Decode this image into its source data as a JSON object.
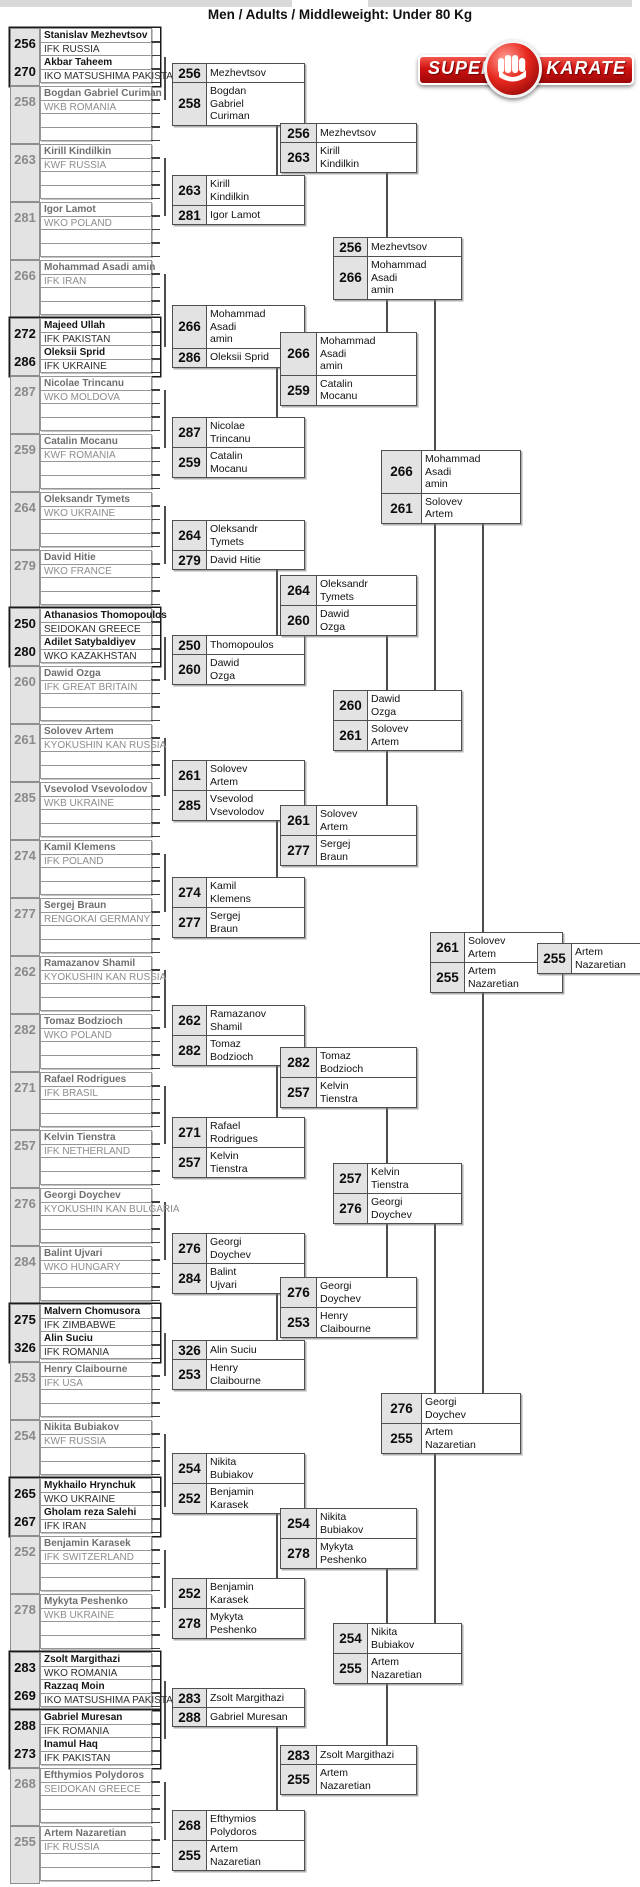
{
  "header": {
    "title": "Men / Adults / Middleweight: Under 80 Kg"
  },
  "logo": {
    "word_left": "SUPER",
    "word_right": "KARATE",
    "icon": "fist-icon",
    "banner_red": "#d01212",
    "text_color": "#ffffff"
  },
  "chart_data": {
    "type": "table",
    "title": "Men / Adults / Middleweight: Under 80 Kg",
    "description": "Single-elimination tournament bracket",
    "champion": {
      "num": "255",
      "name": "Artem\nNazaretian"
    },
    "round1_blocks": [
      {
        "type": "pair",
        "entries": [
          {
            "num": "256",
            "name": "Stanislav Mezhevtsov",
            "fed": "IFK RUSSIA"
          },
          {
            "num": "270",
            "name": "Akbar Taheem",
            "fed": "IKO MATSUSHIMA PAKISTAN"
          }
        ]
      },
      {
        "type": "single",
        "entries": [
          {
            "num": "258",
            "name": "Bogdan Gabriel Curiman",
            "fed": "WKB ROMANIA"
          }
        ]
      },
      {
        "type": "single",
        "entries": [
          {
            "num": "263",
            "name": "Kirill Kindilkin",
            "fed": "KWF RUSSIA"
          }
        ]
      },
      {
        "type": "single",
        "entries": [
          {
            "num": "281",
            "name": "Igor Lamot",
            "fed": "WKO POLAND"
          }
        ]
      },
      {
        "type": "single",
        "entries": [
          {
            "num": "266",
            "name": "Mohammad Asadi amin",
            "fed": "IFK IRAN"
          }
        ]
      },
      {
        "type": "pair",
        "entries": [
          {
            "num": "272",
            "name": "Majeed Ullah",
            "fed": "IFK PAKISTAN"
          },
          {
            "num": "286",
            "name": "Oleksii Sprid",
            "fed": "IFK UKRAINE"
          }
        ]
      },
      {
        "type": "single",
        "entries": [
          {
            "num": "287",
            "name": "Nicolae Trincanu",
            "fed": "WKO MOLDOVA"
          }
        ]
      },
      {
        "type": "single",
        "entries": [
          {
            "num": "259",
            "name": "Catalin Mocanu",
            "fed": "KWF ROMANIA"
          }
        ]
      },
      {
        "type": "single",
        "entries": [
          {
            "num": "264",
            "name": "Oleksandr Tymets",
            "fed": "WKO UKRAINE"
          }
        ]
      },
      {
        "type": "single",
        "entries": [
          {
            "num": "279",
            "name": "David Hitie",
            "fed": "WKO FRANCE"
          }
        ]
      },
      {
        "type": "pair",
        "entries": [
          {
            "num": "250",
            "name": "Athanasios Thomopoulos",
            "fed": "SEIDOKAN GREECE"
          },
          {
            "num": "280",
            "name": "Adilet Satybaldiyev",
            "fed": "WKO KAZAKHSTAN"
          }
        ]
      },
      {
        "type": "single",
        "entries": [
          {
            "num": "260",
            "name": "Dawid Ozga",
            "fed": "IFK GREAT BRITAIN"
          }
        ]
      },
      {
        "type": "single",
        "entries": [
          {
            "num": "261",
            "name": "Solovev Artem",
            "fed": "KYOKUSHIN KAN RUSSIA"
          }
        ]
      },
      {
        "type": "single",
        "entries": [
          {
            "num": "285",
            "name": "Vsevolod Vsevolodov",
            "fed": "WKB UKRAINE"
          }
        ]
      },
      {
        "type": "single",
        "entries": [
          {
            "num": "274",
            "name": "Kamil Klemens",
            "fed": "IFK POLAND"
          }
        ]
      },
      {
        "type": "single",
        "entries": [
          {
            "num": "277",
            "name": "Sergej Braun",
            "fed": "RENGOKAI GERMANY"
          }
        ]
      },
      {
        "type": "single",
        "entries": [
          {
            "num": "262",
            "name": "Ramazanov Shamil",
            "fed": "KYOKUSHIN KAN RUSSIA"
          }
        ]
      },
      {
        "type": "single",
        "entries": [
          {
            "num": "282",
            "name": "Tomaz Bodzioch",
            "fed": "WKO POLAND"
          }
        ]
      },
      {
        "type": "single",
        "entries": [
          {
            "num": "271",
            "name": "Rafael Rodrigues",
            "fed": "IFK BRASIL"
          }
        ]
      },
      {
        "type": "single",
        "entries": [
          {
            "num": "257",
            "name": "Kelvin Tienstra",
            "fed": "IFK NETHERLAND"
          }
        ]
      },
      {
        "type": "single",
        "entries": [
          {
            "num": "276",
            "name": "Georgi Doychev",
            "fed": "KYOKUSHIN KAN BULGARIA"
          }
        ]
      },
      {
        "type": "single",
        "entries": [
          {
            "num": "284",
            "name": "Balint Ujvari",
            "fed": "WKO HUNGARY"
          }
        ]
      },
      {
        "type": "pair",
        "entries": [
          {
            "num": "275",
            "name": "Malvern Chomusora",
            "fed": "IFK ZIMBABWE"
          },
          {
            "num": "326",
            "name": "Alin Suciu",
            "fed": "IFK ROMANIA"
          }
        ]
      },
      {
        "type": "single",
        "entries": [
          {
            "num": "253",
            "name": "Henry Claibourne",
            "fed": "IFK USA"
          }
        ]
      },
      {
        "type": "single",
        "entries": [
          {
            "num": "254",
            "name": "Nikita Bubiakov",
            "fed": "KWF RUSSIA"
          }
        ]
      },
      {
        "type": "pair",
        "entries": [
          {
            "num": "265",
            "name": "Mykhailo Hrynchuk",
            "fed": "WKO UKRAINE"
          },
          {
            "num": "267",
            "name": "Gholam reza Salehi",
            "fed": "IFK IRAN"
          }
        ]
      },
      {
        "type": "single",
        "entries": [
          {
            "num": "252",
            "name": "Benjamin Karasek",
            "fed": "IFK SWITZERLAND"
          }
        ]
      },
      {
        "type": "single",
        "entries": [
          {
            "num": "278",
            "name": "Mykyta Peshenko",
            "fed": "WKB UKRAINE"
          }
        ]
      },
      {
        "type": "pair",
        "entries": [
          {
            "num": "283",
            "name": "Zsolt Margithazi",
            "fed": "WKO ROMANIA"
          },
          {
            "num": "269",
            "name": "Razzaq Moin",
            "fed": "IKO MATSUSHIMA PAKISTAN"
          }
        ]
      },
      {
        "type": "pair",
        "entries": [
          {
            "num": "288",
            "name": "Gabriel Muresan",
            "fed": "IFK ROMANIA"
          },
          {
            "num": "273",
            "name": "Inamul Haq",
            "fed": "IFK PAKISTAN"
          }
        ]
      },
      {
        "type": "single",
        "entries": [
          {
            "num": "268",
            "name": "Efthymios Polydoros",
            "fed": "SEIDOKAN GREECE"
          }
        ]
      },
      {
        "type": "single",
        "entries": [
          {
            "num": "255",
            "name": "Artem Nazaretian",
            "fed": "IFK RUSSIA"
          }
        ]
      }
    ],
    "round2": [
      {
        "top": {
          "num": "256",
          "name": "Mezhevtsov"
        },
        "bottom": {
          "num": "258",
          "name": "Bogdan\nGabriel\nCuriman"
        }
      },
      {
        "top": {
          "num": "263",
          "name": "Kirill\nKindilkin"
        },
        "bottom": {
          "num": "281",
          "name": "Igor Lamot"
        }
      },
      {
        "top": {
          "num": "266",
          "name": "Mohammad\nAsadi\namin"
        },
        "bottom": {
          "num": "286",
          "name": "Oleksii Sprid"
        }
      },
      {
        "top": {
          "num": "287",
          "name": "Nicolae\nTrincanu"
        },
        "bottom": {
          "num": "259",
          "name": "Catalin\nMocanu"
        }
      },
      {
        "top": {
          "num": "264",
          "name": "Oleksandr\nTymets"
        },
        "bottom": {
          "num": "279",
          "name": "David Hitie"
        }
      },
      {
        "top": {
          "num": "250",
          "name": "Thomopoulos"
        },
        "bottom": {
          "num": "260",
          "name": "Dawid\nOzga"
        }
      },
      {
        "top": {
          "num": "261",
          "name": "Solovev\nArtem"
        },
        "bottom": {
          "num": "285",
          "name": "Vsevolod\nVsevolodov"
        }
      },
      {
        "top": {
          "num": "274",
          "name": "Kamil\nKlemens"
        },
        "bottom": {
          "num": "277",
          "name": "Sergej\nBraun"
        }
      },
      {
        "top": {
          "num": "262",
          "name": "Ramazanov\nShamil"
        },
        "bottom": {
          "num": "282",
          "name": "Tomaz\nBodzioch"
        }
      },
      {
        "top": {
          "num": "271",
          "name": "Rafael\nRodrigues"
        },
        "bottom": {
          "num": "257",
          "name": "Kelvin\nTienstra"
        }
      },
      {
        "top": {
          "num": "276",
          "name": "Georgi\nDoychev"
        },
        "bottom": {
          "num": "284",
          "name": "Balint\nUjvari"
        }
      },
      {
        "top": {
          "num": "326",
          "name": "Alin Suciu"
        },
        "bottom": {
          "num": "253",
          "name": "Henry\nClaibourne"
        }
      },
      {
        "top": {
          "num": "254",
          "name": "Nikita\nBubiakov"
        },
        "bottom": {
          "num": "252",
          "name": "Benjamin\nKarasek"
        }
      },
      {
        "top": {
          "num": "252",
          "name": "Benjamin\nKarasek"
        },
        "bottom": {
          "num": "278",
          "name": "Mykyta\nPeshenko"
        }
      },
      {
        "top": {
          "num": "283",
          "name": "Zsolt Margithazi"
        },
        "bottom": {
          "num": "288",
          "name": "Gabriel Muresan"
        }
      },
      {
        "top": {
          "num": "268",
          "name": "Efthymios\nPolydoros"
        },
        "bottom": {
          "num": "255",
          "name": "Artem\nNazaretian"
        }
      }
    ],
    "round3": [
      {
        "top": {
          "num": "256",
          "name": "Mezhevtsov"
        },
        "bottom": {
          "num": "263",
          "name": "Kirill\nKindilkin"
        }
      },
      {
        "top": {
          "num": "266",
          "name": "Mohammad\nAsadi\namin"
        },
        "bottom": {
          "num": "259",
          "name": "Catalin\nMocanu"
        }
      },
      {
        "top": {
          "num": "264",
          "name": "Oleksandr\nTymets"
        },
        "bottom": {
          "num": "260",
          "name": "Dawid\nOzga"
        }
      },
      {
        "top": {
          "num": "261",
          "name": "Solovev\nArtem"
        },
        "bottom": {
          "num": "277",
          "name": "Sergej\nBraun"
        }
      },
      {
        "top": {
          "num": "282",
          "name": "Tomaz\nBodzioch"
        },
        "bottom": {
          "num": "257",
          "name": "Kelvin\nTienstra"
        }
      },
      {
        "top": {
          "num": "276",
          "name": "Georgi\nDoychev"
        },
        "bottom": {
          "num": "253",
          "name": "Henry\nClaibourne"
        }
      },
      {
        "top": {
          "num": "254",
          "name": "Nikita\nBubiakov"
        },
        "bottom": {
          "num": "278",
          "name": "Mykyta\nPeshenko"
        }
      },
      {
        "top": {
          "num": "283",
          "name": "Zsolt Margithazi"
        },
        "bottom": {
          "num": "255",
          "name": "Artem\nNazaretian"
        }
      }
    ],
    "round4": [
      {
        "top": {
          "num": "256",
          "name": "Mezhevtsov"
        },
        "bottom": {
          "num": "266",
          "name": "Mohammad\nAsadi\namin"
        }
      },
      {
        "top": {
          "num": "260",
          "name": "Dawid\nOzga"
        },
        "bottom": {
          "num": "261",
          "name": "Solovev\nArtem"
        }
      },
      {
        "top": {
          "num": "257",
          "name": "Kelvin\nTienstra"
        },
        "bottom": {
          "num": "276",
          "name": "Georgi\nDoychev"
        }
      },
      {
        "top": {
          "num": "254",
          "name": "Nikita\nBubiakov"
        },
        "bottom": {
          "num": "255",
          "name": "Artem\nNazaretian"
        }
      }
    ],
    "semifinals": [
      {
        "top": {
          "num": "266",
          "name": "Mohammad\nAsadi\namin"
        },
        "bottom": {
          "num": "261",
          "name": "Solovev\nArtem"
        }
      },
      {
        "top": {
          "num": "276",
          "name": "Georgi\nDoychev"
        },
        "bottom": {
          "num": "255",
          "name": "Artem\nNazaretian"
        }
      }
    ],
    "final": {
      "top": {
        "num": "261",
        "name": "Solovev\nArtem"
      },
      "bottom": {
        "num": "255",
        "name": "Artem\nNazaretian"
      }
    }
  }
}
